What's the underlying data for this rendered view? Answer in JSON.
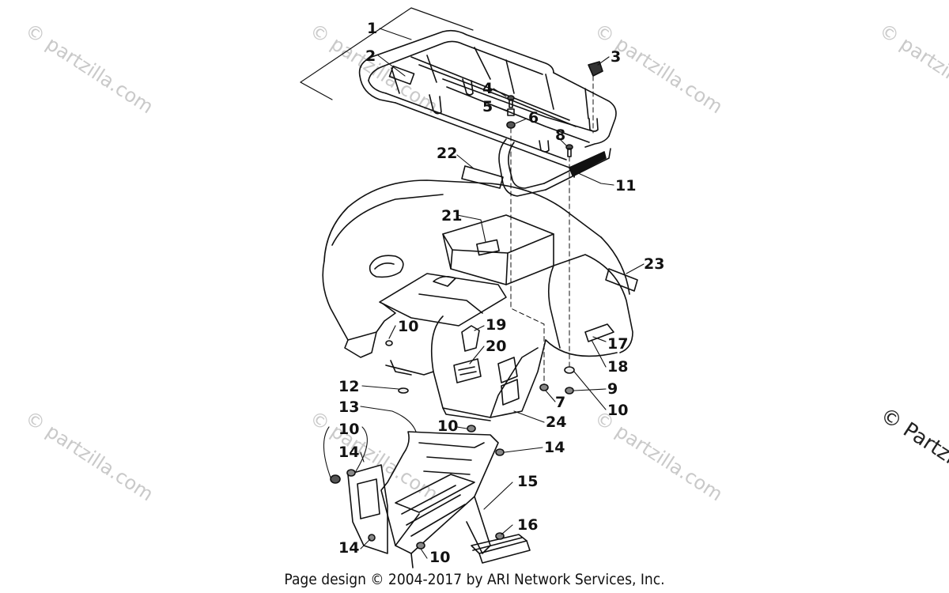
{
  "watermark": {
    "text": "© partzilla.com",
    "edge_text": "© Partzi"
  },
  "footer": "Page design © 2004-2017 by ARI Network Services, Inc.",
  "callouts": {
    "c1": "1",
    "c2": "2",
    "c3": "3",
    "c4": "4",
    "c5": "5",
    "c6": "6",
    "c7": "7",
    "c8": "8",
    "c9": "9",
    "c10a": "10",
    "c10b": "10",
    "c10c": "10",
    "c10d": "10",
    "c10e": "10",
    "c11": "11",
    "c12": "12",
    "c13": "13",
    "c14a": "14",
    "c14b": "14",
    "c14c": "14",
    "c15": "15",
    "c16": "16",
    "c17": "17",
    "c18": "18",
    "c19": "19",
    "c20": "20",
    "c21": "21",
    "c22": "22",
    "c23": "23",
    "c24": "24"
  }
}
